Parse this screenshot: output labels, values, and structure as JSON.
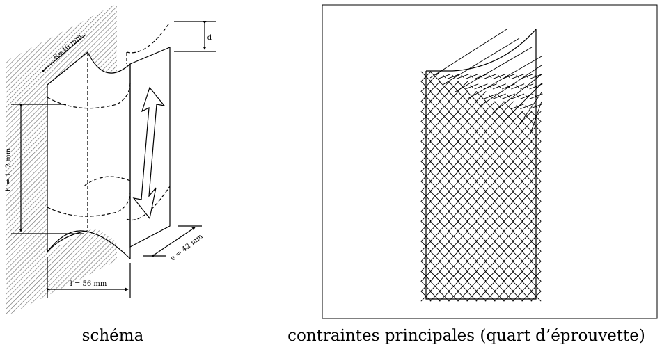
{
  "left_panel": {
    "caption": "schéma",
    "dim_radius": "R=40 mm",
    "dim_height": "h = 112 mm",
    "dim_width": "l = 56 mm",
    "dim_thickness": "e = 42 mm",
    "dim_displacement": "d"
  },
  "right_panel": {
    "caption": "contraintes principales (quart d’éprouvette)",
    "grid_cols": 12,
    "grid_rows": 22
  },
  "colors": {
    "ink": "#000000",
    "background": "#ffffff",
    "hatch": "#6f6f6f"
  }
}
